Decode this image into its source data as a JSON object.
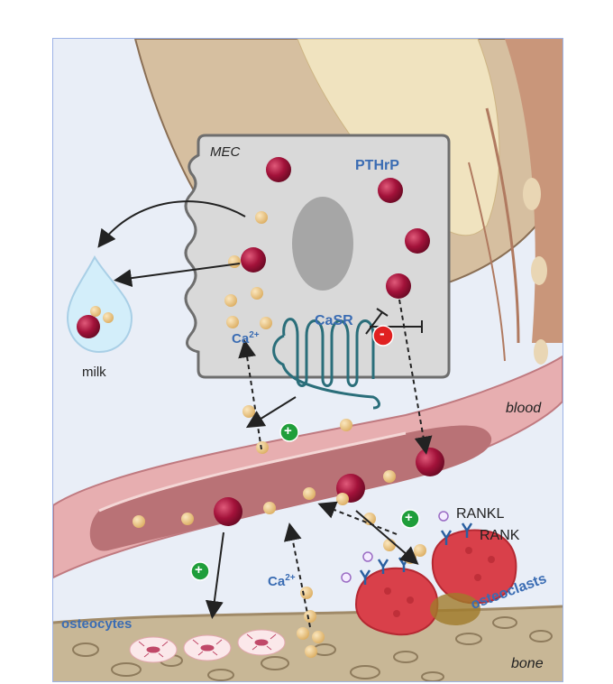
{
  "labels": {
    "mec": "MEC",
    "pthrp": "PTHrP",
    "casr": "CaSR",
    "ca_top_base": "Ca",
    "ca_top_sup": "2+",
    "ca_bottom_base": "Ca",
    "ca_bottom_sup": "2+",
    "milk": "milk",
    "blood": "blood",
    "rankl": "RANKL",
    "rank": "RANK",
    "osteoclasts": "osteoclasts",
    "osteocytes": "osteocytes",
    "bone": "bone"
  },
  "signs": {
    "plus": "+",
    "minus": "-"
  },
  "colors": {
    "cell_fill": "#d9d9d9",
    "cell_stroke": "#6e6e6e",
    "nucleus": "#a6a6a6",
    "pthrp_ball": "#a3123a",
    "calcium_ball": "#ecc98a",
    "vessel_outer": "#e7aeb0",
    "vessel_inner": "#b97276",
    "osteoclast": "#d9404a",
    "plus_badge": "#1f9e3a",
    "minus_badge": "#e02020",
    "label_blue": "#3a6cb3",
    "bone": "#c9b99a",
    "receptor": "#2a6e7a"
  }
}
